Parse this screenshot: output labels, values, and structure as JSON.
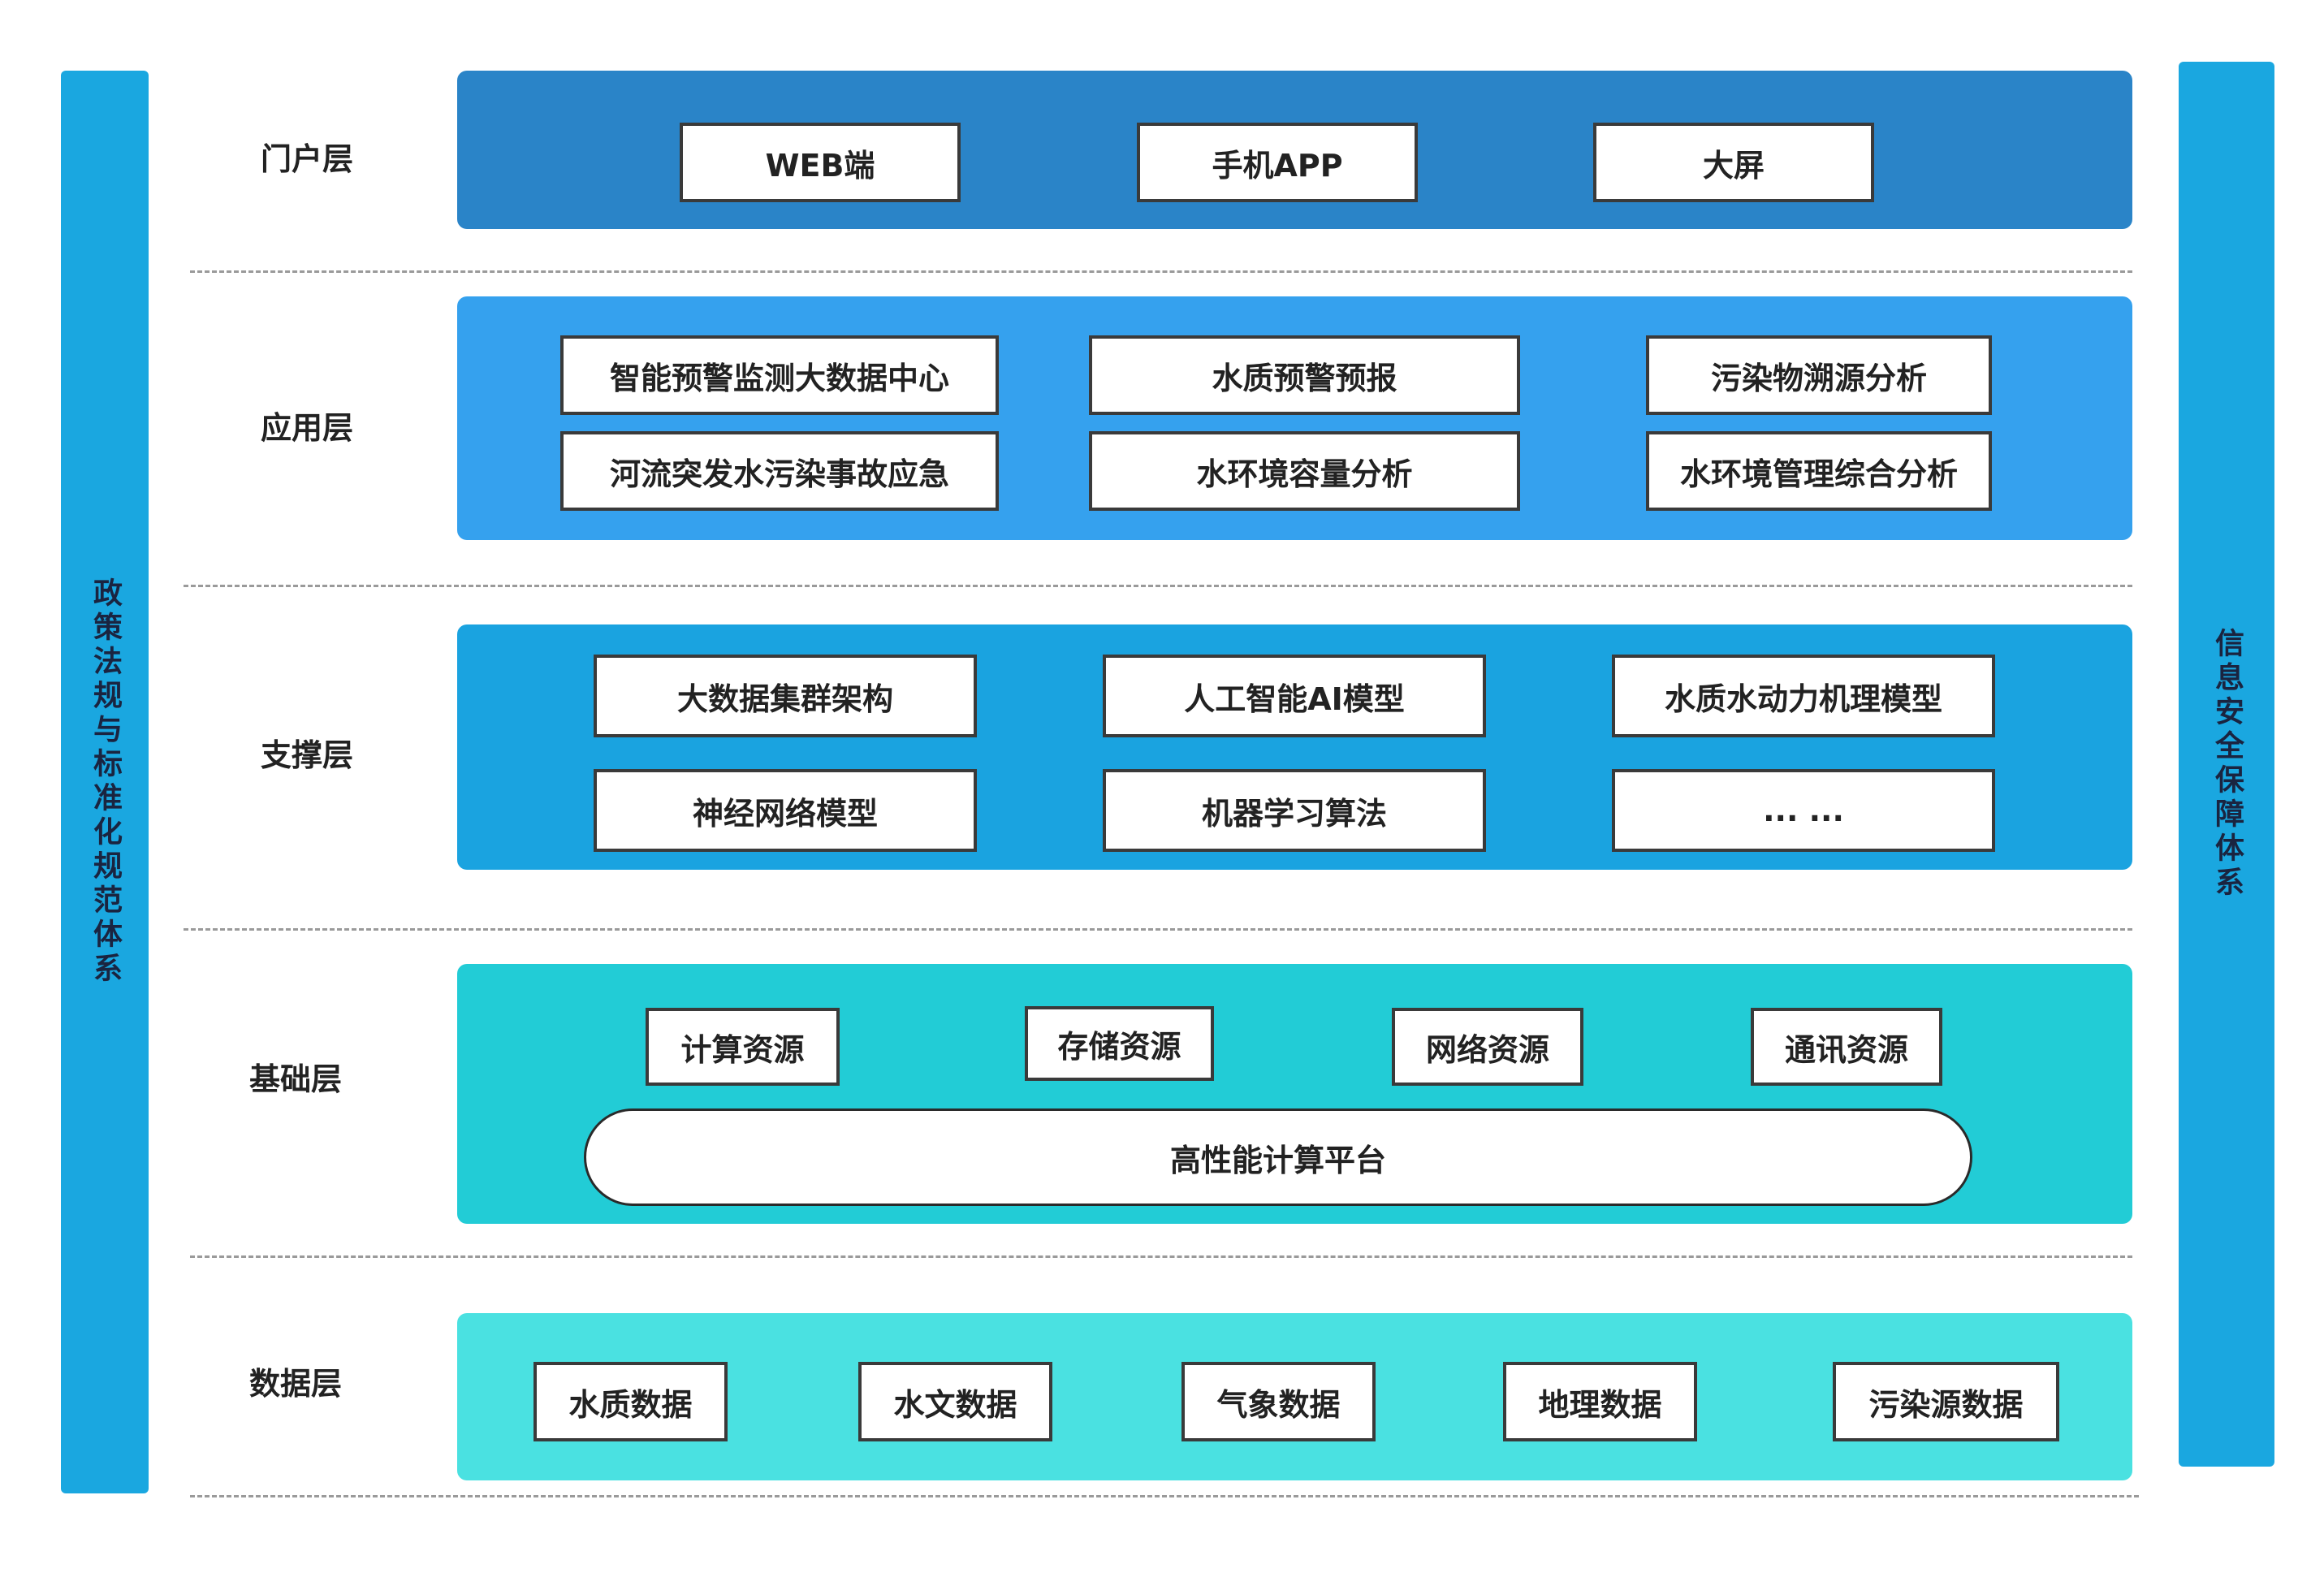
{
  "left_side": "政策法规与标准化规范体系",
  "right_side": "信息安全保障体系",
  "colors": {
    "side_bar": "#1aa7e0",
    "portal": "#2a84c8",
    "application": "#35a1ee",
    "support": "#1aa3e0",
    "foundation": "#22ccd6",
    "data": "#4ae1e1"
  },
  "layers": {
    "portal": {
      "label": "门户层",
      "items": [
        "WEB端",
        "手机APP",
        "大屏"
      ]
    },
    "application": {
      "label": "应用层",
      "items": [
        "智能预警监测大数据中心",
        "水质预警预报",
        "污染物溯源分析",
        "河流突发水污染事故应急",
        "水环境容量分析",
        "水环境管理综合分析"
      ]
    },
    "support": {
      "label": "支撑层",
      "items": [
        "大数据集群架构",
        "人工智能AI模型",
        "水质水动力机理模型",
        "神经网络模型",
        "机器学习算法",
        "... ..."
      ]
    },
    "foundation": {
      "label": "基础层",
      "items": [
        "计算资源",
        "存储资源",
        "网络资源",
        "通讯资源"
      ],
      "platform": "高性能计算平台"
    },
    "data": {
      "label": "数据层",
      "items": [
        "水质数据",
        "水文数据",
        "气象数据",
        "地理数据",
        "污染源数据"
      ]
    }
  }
}
